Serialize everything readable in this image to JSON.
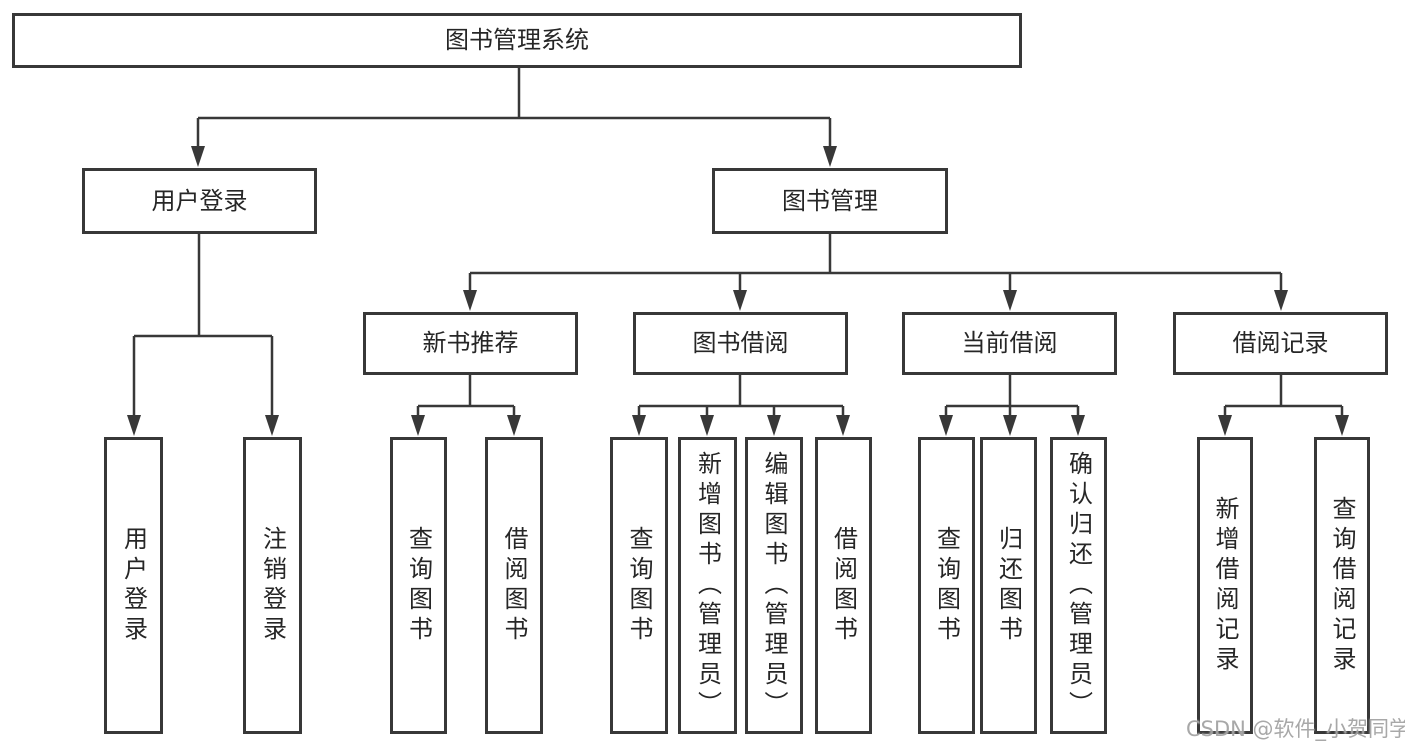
{
  "diagram_title": "图书管理系统",
  "tree": {
    "label": "图书管理系统",
    "children": [
      {
        "label": "用户登录",
        "children": [
          {
            "label": "用户登录"
          },
          {
            "label": "注销登录"
          }
        ]
      },
      {
        "label": "图书管理",
        "children": [
          {
            "label": "新书推荐",
            "children": [
              {
                "label": "查询图书"
              },
              {
                "label": "借阅图书"
              }
            ]
          },
          {
            "label": "图书借阅",
            "children": [
              {
                "label": "查询图书"
              },
              {
                "label": "新增图书（管理员）"
              },
              {
                "label": "编辑图书（管理员）"
              },
              {
                "label": "借阅图书"
              }
            ]
          },
          {
            "label": "当前借阅",
            "children": [
              {
                "label": "查询图书"
              },
              {
                "label": "归还图书"
              },
              {
                "label": "确认归还（管理员）"
              }
            ]
          },
          {
            "label": "借阅记录",
            "children": [
              {
                "label": "新增借阅记录"
              },
              {
                "label": "查询借阅记录"
              }
            ]
          }
        ]
      }
    ]
  },
  "watermark": "CSDN @软件_小贺同学",
  "colors": {
    "line": "#383838",
    "box_border": "#383838",
    "text": "#262626",
    "watermark": "#9e9e9e",
    "background": "#ffffff"
  }
}
